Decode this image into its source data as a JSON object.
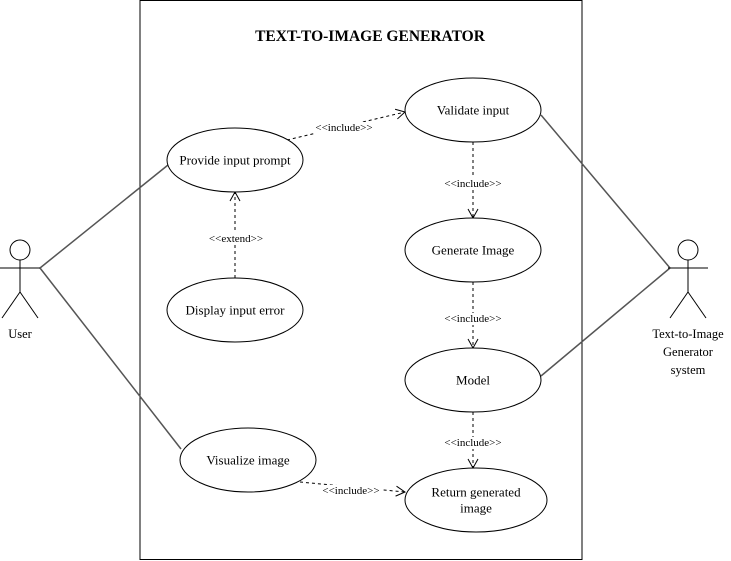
{
  "diagram": {
    "type": "use-case",
    "system_title": "TEXT-TO-IMAGE GENERATOR",
    "actors": [
      {
        "id": "user",
        "label_lines": [
          "User"
        ]
      },
      {
        "id": "system",
        "label_lines": [
          "Text-to-Image",
          "Generator",
          "system"
        ]
      }
    ],
    "use_cases": [
      {
        "id": "validate",
        "label_lines": [
          "Validate input"
        ]
      },
      {
        "id": "provide",
        "label_lines": [
          "Provide input prompt"
        ]
      },
      {
        "id": "generate",
        "label_lines": [
          "Generate Image"
        ]
      },
      {
        "id": "display",
        "label_lines": [
          "Display input error"
        ]
      },
      {
        "id": "model",
        "label_lines": [
          "Model"
        ]
      },
      {
        "id": "visualize",
        "label_lines": [
          "Visualize image"
        ]
      },
      {
        "id": "return",
        "label_lines": [
          "Return generated",
          "image"
        ]
      }
    ],
    "relationships": [
      {
        "id": "provide-validate",
        "from": "provide",
        "to": "validate",
        "label": "<<include>>"
      },
      {
        "id": "validate-generate",
        "from": "validate",
        "to": "generate",
        "label": "<<include>>"
      },
      {
        "id": "display-provide",
        "from": "display",
        "to": "provide",
        "label": "<<extend>>"
      },
      {
        "id": "generate-model",
        "from": "generate",
        "to": "model",
        "label": "<<include>>"
      },
      {
        "id": "model-return",
        "from": "model",
        "to": "return",
        "label": "<<include>>"
      },
      {
        "id": "visualize-return",
        "from": "visualize",
        "to": "return",
        "label": "<<include>>"
      }
    ],
    "associations": [
      {
        "actor": "user",
        "use_case": "provide"
      },
      {
        "actor": "user",
        "use_case": "visualize"
      },
      {
        "actor": "system",
        "use_case": "validate"
      },
      {
        "actor": "system",
        "use_case": "model"
      }
    ]
  }
}
